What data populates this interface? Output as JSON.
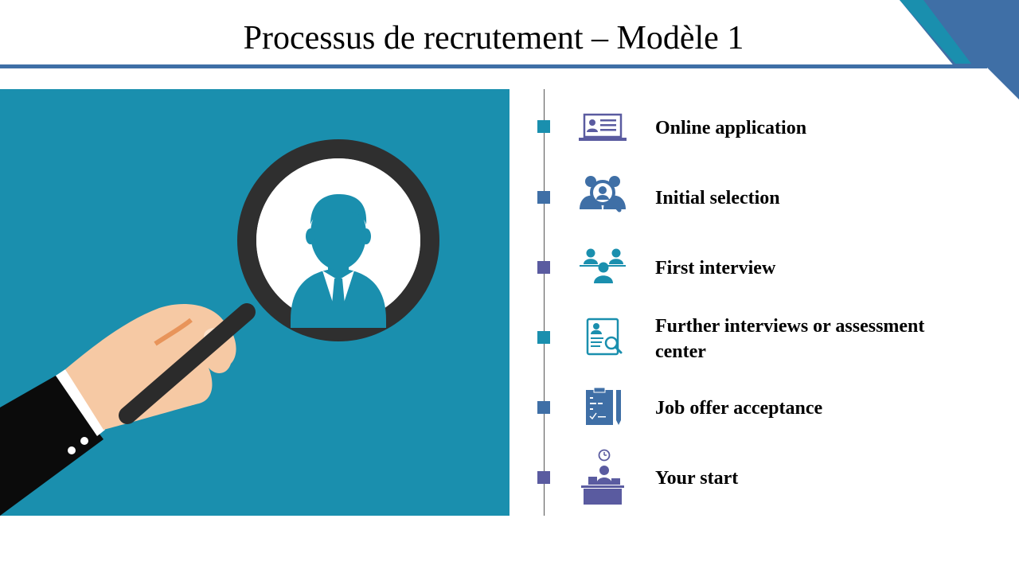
{
  "slide": {
    "title": "Processus de recrutement – Modèle 1"
  },
  "colors": {
    "teal": "#1a8fae",
    "blue": "#3f6fa6",
    "purple": "#5a5ba0",
    "dark": "#333333"
  },
  "steps": [
    {
      "label": "Online application",
      "icon": "laptop-profile-icon",
      "marker_color": "#1a8fae"
    },
    {
      "label": "Initial selection",
      "icon": "group-search-icon",
      "marker_color": "#3f6fa6"
    },
    {
      "label": "First interview",
      "icon": "interview-panel-icon",
      "marker_color": "#5a5ba0"
    },
    {
      "label": "Further interviews or assessment center",
      "icon": "resume-search-icon",
      "marker_color": "#1a8fae"
    },
    {
      "label": "Job offer acceptance",
      "icon": "clipboard-contract-icon",
      "marker_color": "#3f6fa6"
    },
    {
      "label": "Your start",
      "icon": "desk-worker-icon",
      "marker_color": "#5a5ba0"
    }
  ]
}
